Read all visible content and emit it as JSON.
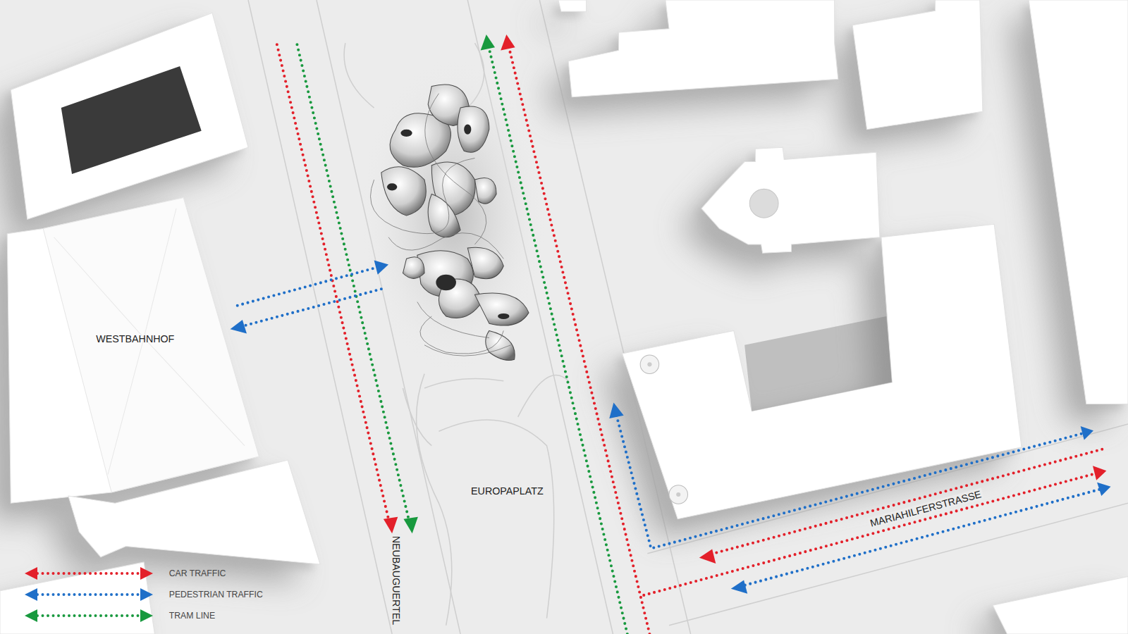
{
  "diagram": {
    "nodes": [
      {
        "text": [
          "WESTBAHNHOF"
        ]
      }
    ],
    "labels": [
      "EUROPAPLATZ",
      "NEUBAUGUERTEL",
      "MARIAHILFERSTRASSE"
    ],
    "legend": [
      {
        "text": "CAR TRAFFIC",
        "color": "#e3202a"
      },
      {
        "text": "PEDESTRIAN TRAFFIC",
        "color": "#1f6fc8"
      },
      {
        "text": "TRAM LINE",
        "color": "#18993e"
      }
    ]
  }
}
